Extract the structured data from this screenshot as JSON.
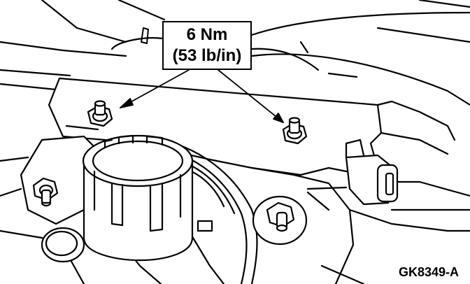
{
  "callout": {
    "torque_metric": "6 Nm",
    "torque_imperial": "(53 lb/in)"
  },
  "figure_id": "GK8349-A",
  "colors": {
    "ink": "#000000",
    "paper": "#ffffff"
  }
}
